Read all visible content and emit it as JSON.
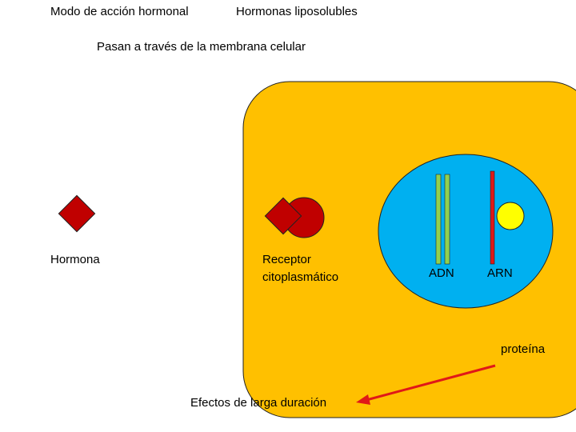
{
  "header": {
    "title_left": "Modo de acción hormonal",
    "title_right": "Hormonas liposolubles",
    "subtitle": "Pasan a través de la membrana celular"
  },
  "labels": {
    "hormone": "Hormona",
    "receptor_line1": "Receptor",
    "receptor_line2": "citoplasmático",
    "dna": "ADN",
    "rna": "ARN",
    "protein": "proteína",
    "effects": "Efectos de larga duración"
  },
  "colors": {
    "cell": "#FFC000",
    "nucleus": "#00B0F0",
    "hormone": "#C00000",
    "receptor": "#C00000",
    "dna_strand": "#92D050",
    "rna_strand": "#E01818",
    "ribosome": "#FFFF00",
    "arrow": "#E01818"
  }
}
